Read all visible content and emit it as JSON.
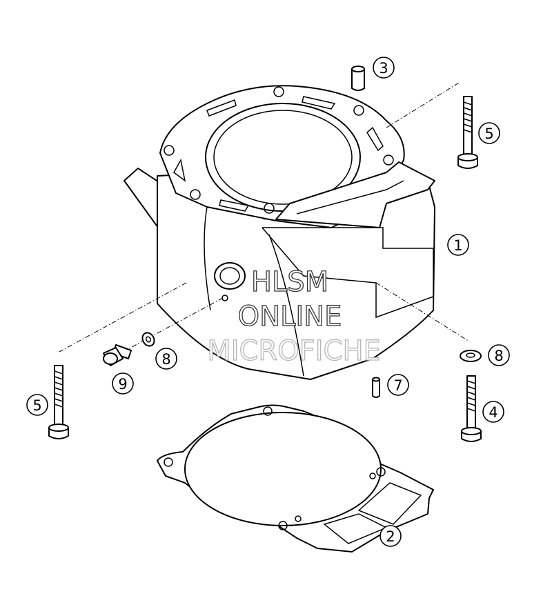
{
  "callouts": {
    "c1": "1",
    "c2": "2",
    "c3": "3",
    "c4": "4",
    "c5_top": "5",
    "c5_left": "5",
    "c7": "7",
    "c8_right": "8",
    "c8_left": "8",
    "c9": "9"
  },
  "watermark": {
    "line1": "HLSM",
    "line2": "ONLINE",
    "line3": "MICROFICHE"
  }
}
